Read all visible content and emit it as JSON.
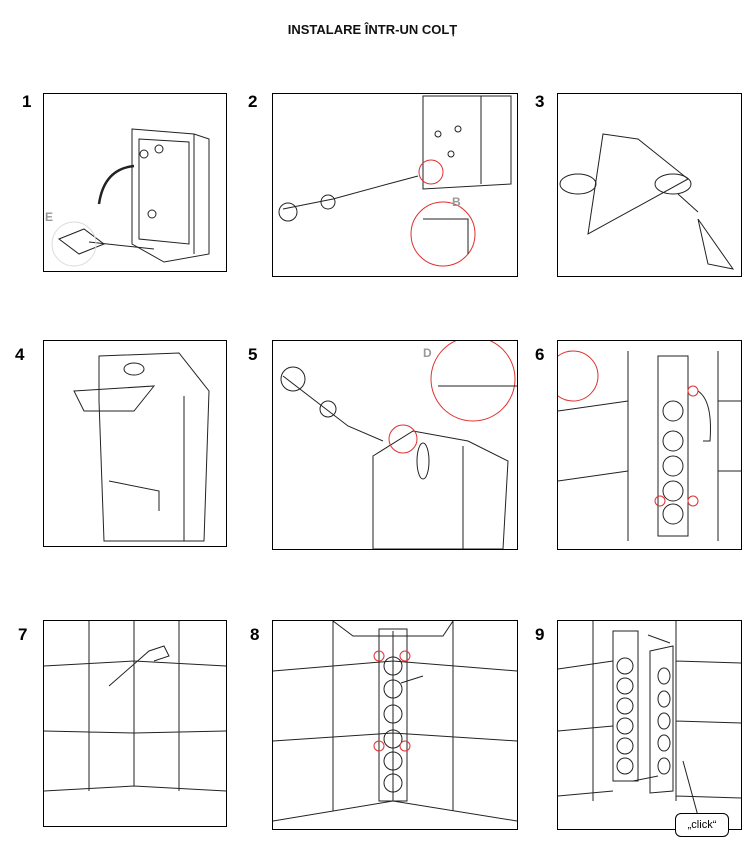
{
  "title": "INSTALARE ÎNTR-UN COLȚ",
  "steps": [
    {
      "number": "1",
      "label": "E"
    },
    {
      "number": "2",
      "label": "B"
    },
    {
      "number": "3"
    },
    {
      "number": "4"
    },
    {
      "number": "5",
      "label": "D"
    },
    {
      "number": "6"
    },
    {
      "number": "7"
    },
    {
      "number": "8"
    },
    {
      "number": "9",
      "callout": "„click“"
    }
  ]
}
